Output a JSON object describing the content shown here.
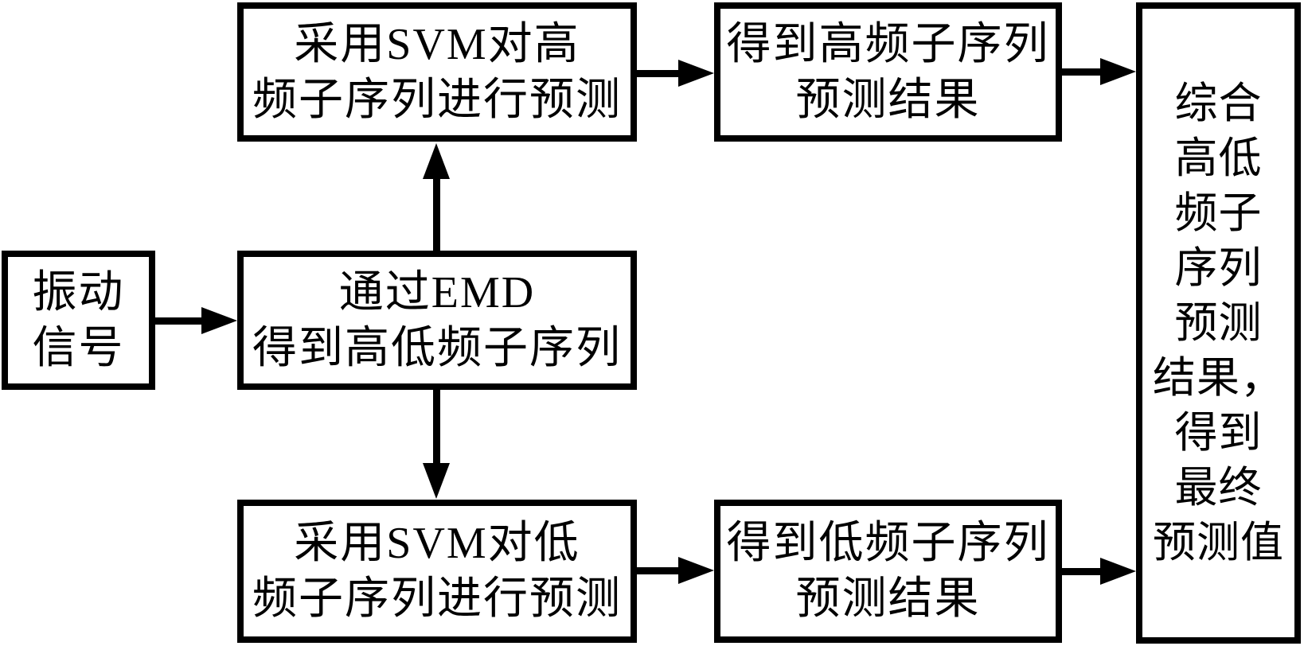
{
  "diagram": {
    "type": "flowchart",
    "colors": {
      "stroke": "#000000",
      "fill": "#ffffff",
      "text": "#000000"
    },
    "nodes": {
      "vibration_signal": {
        "text": "振动\n信号"
      },
      "emd": {
        "text": "通过EMD\n得到高低频子序列"
      },
      "svm_high": {
        "text": "采用SVM对高\n频子序列进行预测"
      },
      "svm_low": {
        "text": "采用SVM对低\n频子序列进行预测"
      },
      "high_result": {
        "text": "得到高频子序列\n预测结果"
      },
      "low_result": {
        "text": "得到低频子序列\n预测结果"
      },
      "final_result": {
        "text": "综合\n高低\n频子\n序列\n预测\n结果，\n得到\n最终\n预测值"
      }
    },
    "edges": [
      {
        "from": "vibration_signal",
        "to": "emd"
      },
      {
        "from": "emd",
        "to": "svm_high"
      },
      {
        "from": "emd",
        "to": "svm_low"
      },
      {
        "from": "svm_high",
        "to": "high_result"
      },
      {
        "from": "svm_low",
        "to": "low_result"
      },
      {
        "from": "high_result",
        "to": "final_result"
      },
      {
        "from": "low_result",
        "to": "final_result"
      }
    ]
  }
}
